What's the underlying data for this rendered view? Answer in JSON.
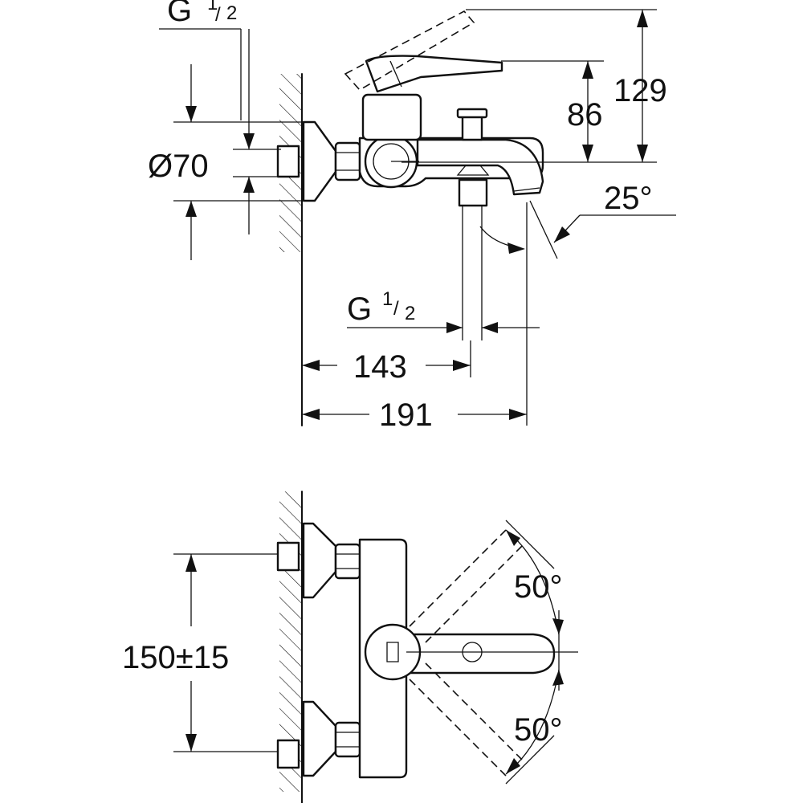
{
  "top_view": {
    "inlet_thread": {
      "base": "G",
      "num": "1",
      "den": "2"
    },
    "outlet_thread": {
      "base": "G",
      "num": "1",
      "den": "2"
    },
    "diameter_label": "Ø70",
    "height_lever": "129",
    "height_spout": "86",
    "spout_angle": "25°",
    "depth_outlet": "143",
    "depth_total": "191"
  },
  "bottom_view": {
    "centers_label": "150±15",
    "swivel_up": "50°",
    "swivel_down": "50°"
  }
}
